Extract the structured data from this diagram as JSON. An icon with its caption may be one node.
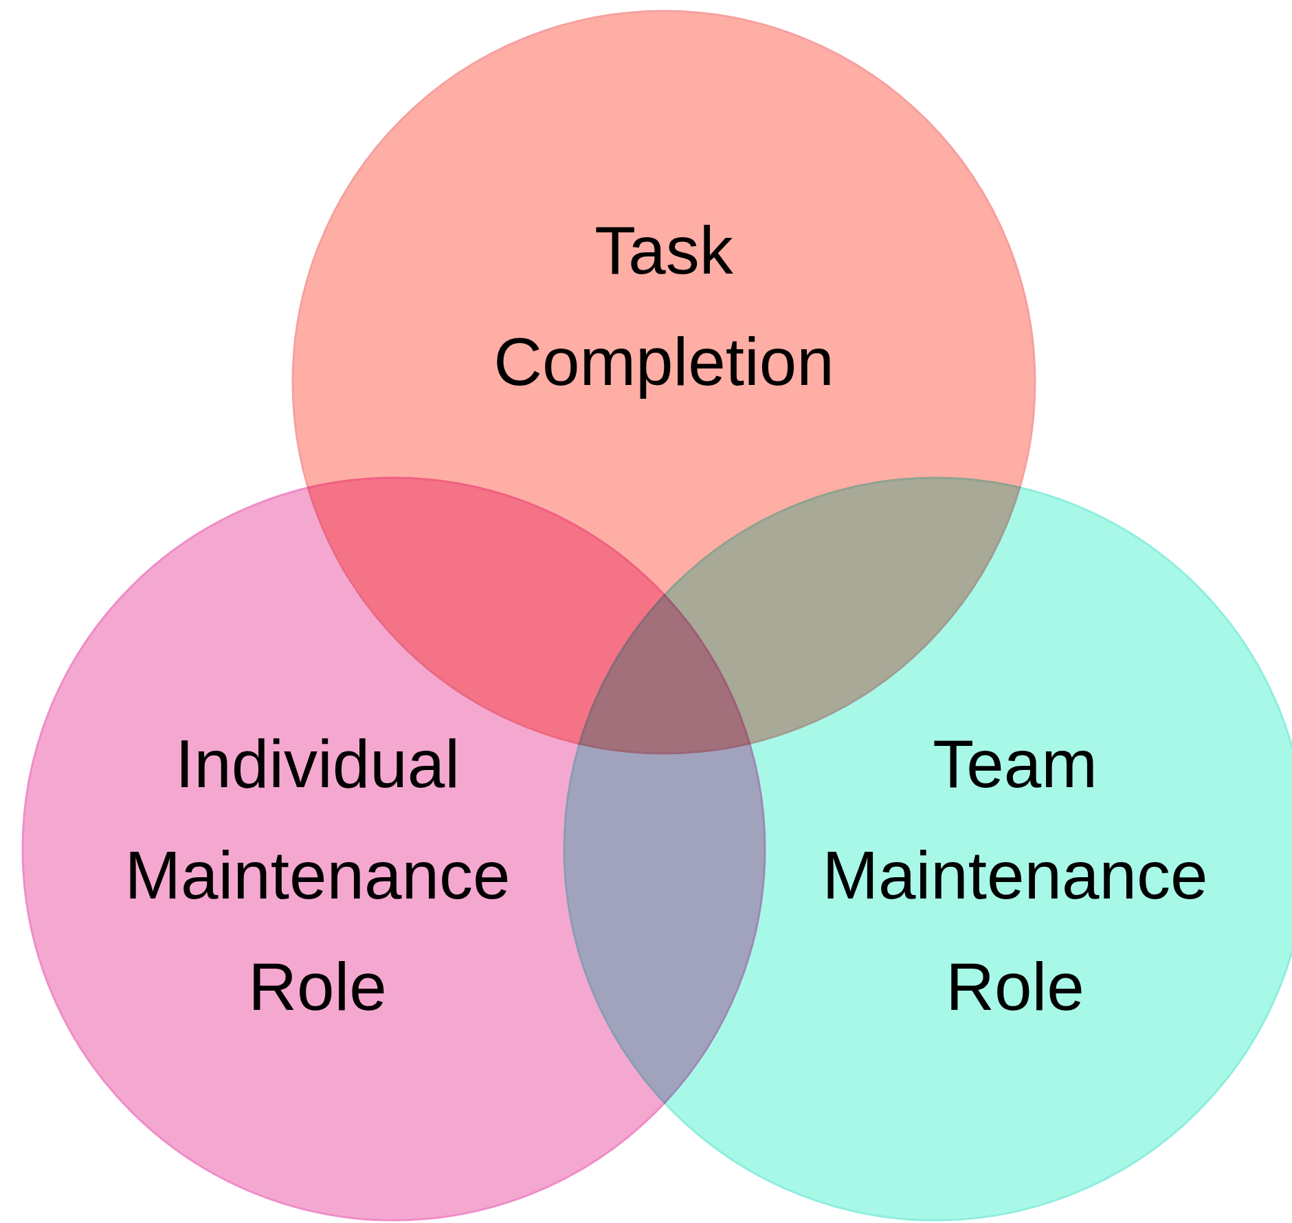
{
  "diagram": {
    "nodes": [
      {
        "text": [
          "Task Completion"
        ]
      },
      {
        "text": [
          "Individual Maintenance Role"
        ]
      },
      {
        "text": [
          "Team Maintenance Role"
        ]
      }
    ]
  }
}
